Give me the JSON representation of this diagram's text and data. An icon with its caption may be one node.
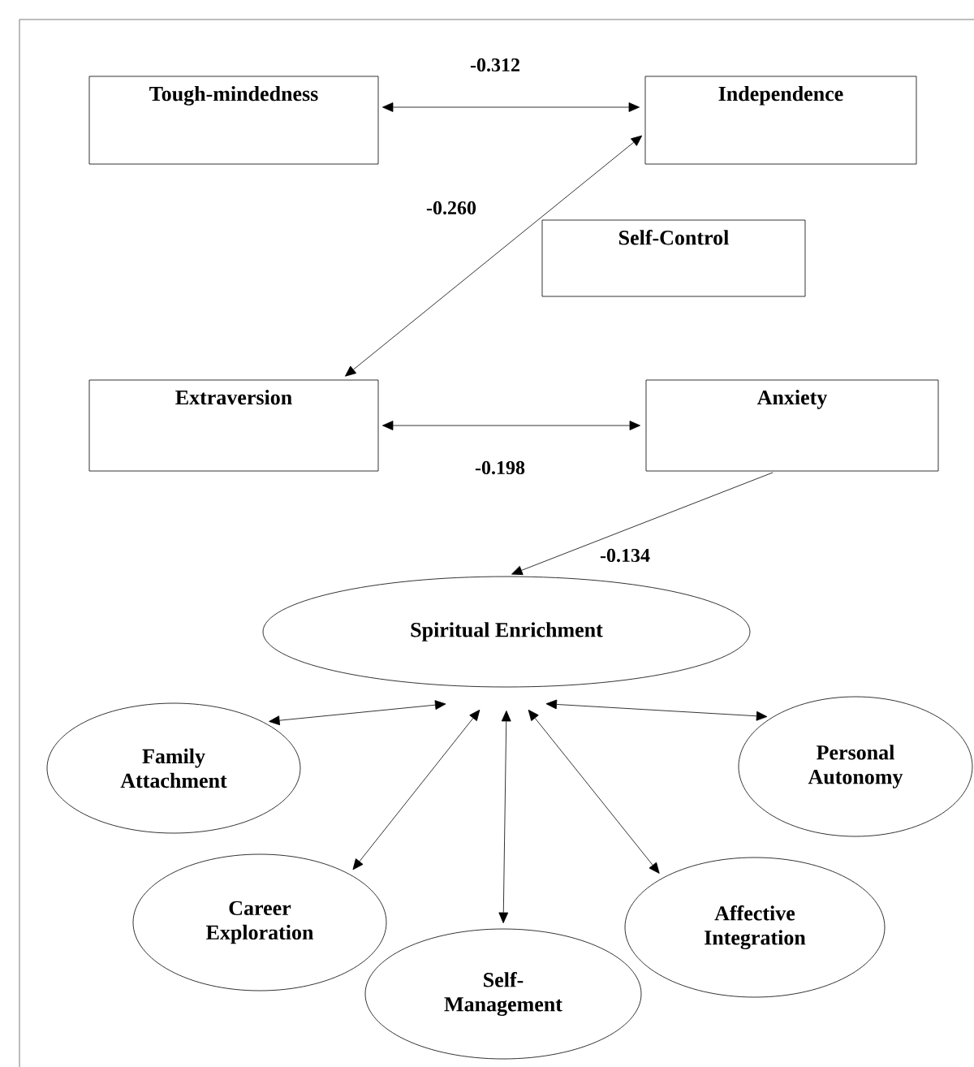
{
  "diagram": {
    "nodes": [
      {
        "text": [
          "Tough-mindedness"
        ]
      },
      {
        "text": [
          "Independence"
        ]
      },
      {
        "text": [
          "Self-Control"
        ]
      },
      {
        "text": [
          "Extraversion"
        ]
      },
      {
        "text": [
          "Anxiety"
        ]
      },
      {
        "text": [
          "Spiritual Enrichment"
        ]
      },
      {
        "text": [
          "Family Attachment"
        ]
      },
      {
        "text": [
          "Personal Autonomy"
        ]
      },
      {
        "text": [
          "Career Exploration"
        ]
      },
      {
        "text": [
          "Self-Management"
        ]
      },
      {
        "text": [
          "Affective Integration"
        ]
      }
    ],
    "edges": [
      {
        "from": 0,
        "to": 1,
        "arrow": "both",
        "label": "-0.312"
      },
      {
        "from": 1,
        "to": 3,
        "arrow": "both",
        "label": "-0.260"
      },
      {
        "from": 3,
        "to": 4,
        "arrow": "both",
        "label": "-0.198"
      },
      {
        "from": 4,
        "to": 5,
        "arrow": "to",
        "label": "-0.134"
      },
      {
        "from": 5,
        "to": 6,
        "arrow": "both"
      },
      {
        "from": 5,
        "to": 8,
        "arrow": "both"
      },
      {
        "from": 5,
        "to": 9,
        "arrow": "both"
      },
      {
        "from": 5,
        "to": 10,
        "arrow": "both"
      },
      {
        "from": 5,
        "to": 7,
        "arrow": "both"
      }
    ]
  }
}
